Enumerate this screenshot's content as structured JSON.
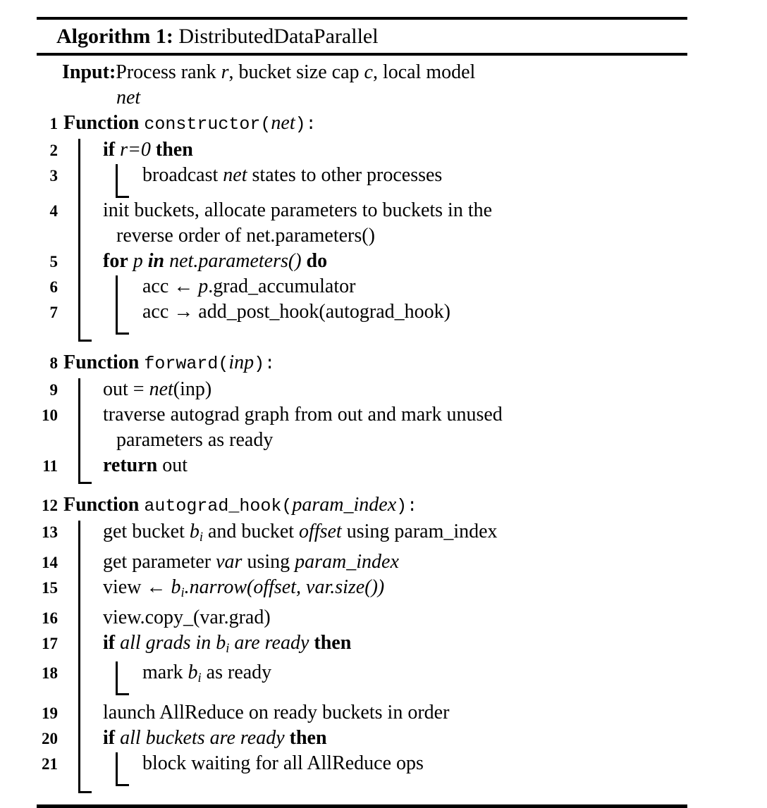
{
  "algorithm": {
    "label": "Algorithm 1:",
    "name": "DistributedDataParallel",
    "input": {
      "keyword": "Input:",
      "text_before_r": "Process rank ",
      "var_r": "r",
      "text_after_r": ", bucket size cap ",
      "var_c": "c",
      "text_tail": ", local model",
      "continuation": "net"
    },
    "lines": [
      {
        "no": "1",
        "level": 0,
        "type": "function-def",
        "keyword": "Function",
        "name": "constructor(",
        "arg": "net",
        "close": "):",
        "text": "Function constructor(net):"
      },
      {
        "no": "2",
        "level": 1,
        "type": "if",
        "keyword_if": "if",
        "cond": "r=0",
        "keyword_then": "then",
        "text": "if r=0 then"
      },
      {
        "no": "3",
        "level": 2,
        "type": "stmt",
        "pre": "broadcast ",
        "em": "net",
        "post": " states to other processes",
        "text": "broadcast net states to other processes"
      },
      {
        "no": "4",
        "level": 1,
        "type": "stmt-wrap",
        "text": "init buckets, allocate parameters to buckets in the",
        "continuation": "reverse order of net.parameters()"
      },
      {
        "no": "5",
        "level": 1,
        "type": "for",
        "keyword_for": "for",
        "var": "p",
        "keyword_in": "in",
        "iterable": "net.parameters()",
        "keyword_do": "do",
        "text": "for p in net.parameters() do"
      },
      {
        "no": "6",
        "level": 2,
        "type": "stmt",
        "pre": "acc ← ",
        "em": "p",
        "post": ".grad_accumulator",
        "text": "acc ← p.grad_accumulator"
      },
      {
        "no": "7",
        "level": 2,
        "type": "stmt",
        "text": "acc → add_post_hook(autograd_hook)"
      },
      {
        "no": "8",
        "level": 0,
        "type": "function-def",
        "keyword": "Function",
        "name": "forward(",
        "arg": "inp",
        "close": "):",
        "text": "Function forward(inp):"
      },
      {
        "no": "9",
        "level": 1,
        "type": "stmt",
        "pre": "out = ",
        "em": "net",
        "post": "(inp)",
        "text": "out = net(inp)"
      },
      {
        "no": "10",
        "level": 1,
        "type": "stmt-wrap",
        "text": "traverse autograd graph from out and mark unused",
        "continuation": "parameters as ready"
      },
      {
        "no": "11",
        "level": 1,
        "type": "return",
        "keyword": "return",
        "value": "out",
        "text": "return out"
      },
      {
        "no": "12",
        "level": 0,
        "type": "function-def",
        "keyword": "Function",
        "name": "autograd_hook(",
        "arg": "param_index",
        "close": "):",
        "text": "Function autograd_hook(param_index):"
      },
      {
        "no": "13",
        "level": 1,
        "type": "stmt",
        "text": "get bucket b_i and bucket offset using param_index"
      },
      {
        "no": "14",
        "level": 1,
        "type": "stmt",
        "text": "get parameter var using param_index"
      },
      {
        "no": "15",
        "level": 1,
        "type": "stmt",
        "text": "view ← b_i.narrow(offset, var.size())"
      },
      {
        "no": "16",
        "level": 1,
        "type": "stmt",
        "text": "view.copy_(var.grad)"
      },
      {
        "no": "17",
        "level": 1,
        "type": "if",
        "keyword_if": "if",
        "cond": "all grads in b_i are ready",
        "keyword_then": "then",
        "text": "if all grads in b_i are ready then"
      },
      {
        "no": "18",
        "level": 2,
        "type": "stmt",
        "text": "mark b_i as ready"
      },
      {
        "no": "19",
        "level": 1,
        "type": "stmt",
        "text": "launch AllReduce on ready buckets in order"
      },
      {
        "no": "20",
        "level": 1,
        "type": "if",
        "keyword_if": "if",
        "cond": "all buckets are ready",
        "keyword_then": "then",
        "text": "if all buckets are ready then"
      },
      {
        "no": "21",
        "level": 2,
        "type": "stmt",
        "text": "block waiting for all AllReduce ops"
      }
    ]
  }
}
